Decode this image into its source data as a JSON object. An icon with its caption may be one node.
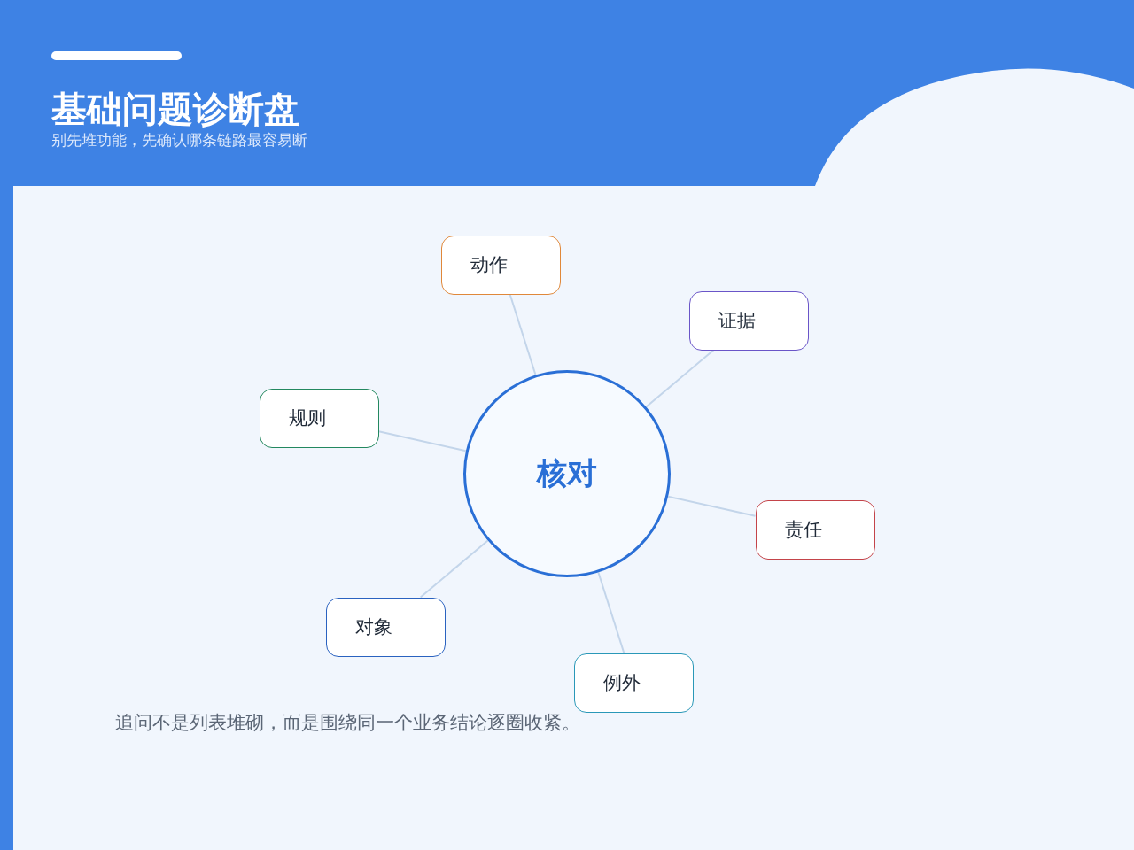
{
  "diagram": {
    "title": "基础问题诊断盘",
    "caption": "追问不是列表堆砌，而是围绕同一个业务结论逐圈收紧。",
    "nodes": [
      {
        "text": [
          "核对"
        ]
      },
      {
        "text": [
          "动作"
        ]
      },
      {
        "text": [
          "证据"
        ]
      },
      {
        "text": [
          "规则"
        ]
      },
      {
        "text": [
          "责任"
        ]
      },
      {
        "text": [
          "对象"
        ]
      },
      {
        "text": [
          "例外"
        ]
      }
    ],
    "edges": [
      {
        "from": 0,
        "to": 1,
        "arrow": "none"
      },
      {
        "from": 0,
        "to": 2,
        "arrow": "none"
      },
      {
        "from": 0,
        "to": 3,
        "arrow": "none"
      },
      {
        "from": 0,
        "to": 4,
        "arrow": "none"
      },
      {
        "from": 0,
        "to": 5,
        "arrow": "none"
      },
      {
        "from": 0,
        "to": 6,
        "arrow": "none"
      }
    ],
    "labels": [
      "别先堆功能，先确认哪条链路最容易断"
    ]
  }
}
